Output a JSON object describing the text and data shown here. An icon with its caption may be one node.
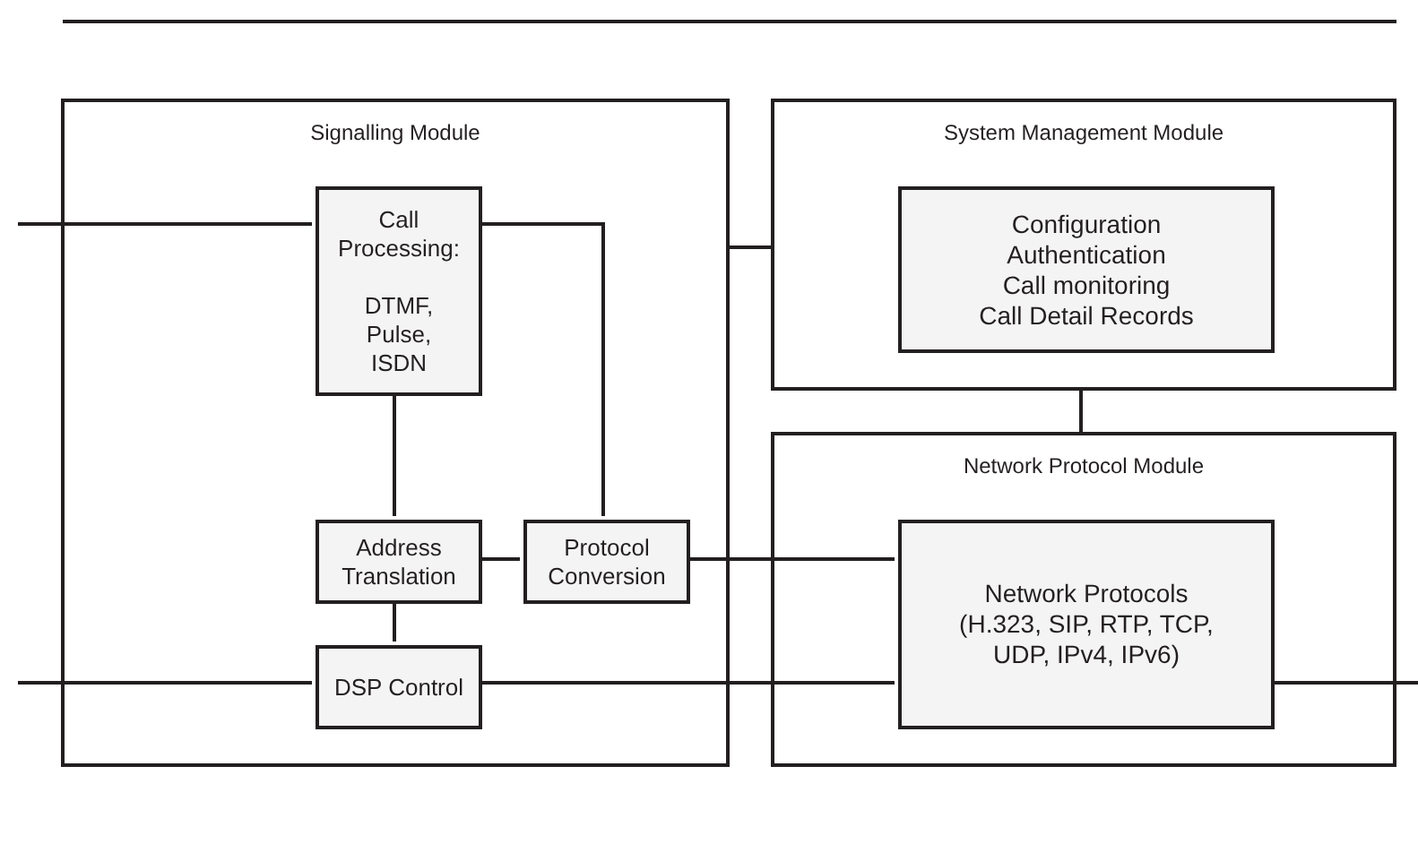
{
  "diagram": {
    "nodes": [
      {
        "text": [
          "Signalling Module"
        ]
      },
      {
        "text": [
          "Call Processing:",
          "DTMF, Pulse, ISDN"
        ],
        "in": 0
      },
      {
        "text": [
          "Address Translation"
        ],
        "in": 0
      },
      {
        "text": [
          "Protocol Conversion"
        ],
        "in": 0
      },
      {
        "text": [
          "DSP Control"
        ],
        "in": 0
      },
      {
        "text": [
          "System Management Module"
        ]
      },
      {
        "text": [
          "Configuration",
          "Authentication",
          "Call monitoring",
          "Call Detail Records"
        ],
        "in": 5
      },
      {
        "text": [
          "Network Protocol Module"
        ]
      },
      {
        "text": [
          "Network Protocols",
          "(H.323, SIP,  RTP, TCP, UDP, IPv4, IPv6)"
        ],
        "in": 7
      }
    ],
    "edges": [
      {
        "from": null,
        "to": 1,
        "arrow": "none"
      },
      {
        "from": 1,
        "to": 3,
        "arrow": "none"
      },
      {
        "from": 0,
        "to": 5,
        "arrow": "none"
      },
      {
        "from": 1,
        "to": 2,
        "arrow": "none"
      },
      {
        "from": 2,
        "to": 3,
        "arrow": "none"
      },
      {
        "from": 3,
        "to": 8,
        "arrow": "none"
      },
      {
        "from": 2,
        "to": 4,
        "arrow": "none"
      },
      {
        "from": null,
        "to": 4,
        "arrow": "none"
      },
      {
        "from": 4,
        "to": 8,
        "arrow": "none"
      },
      {
        "from": 8,
        "to": null,
        "arrow": "none"
      },
      {
        "from": 5,
        "to": 7,
        "arrow": "none"
      }
    ]
  }
}
